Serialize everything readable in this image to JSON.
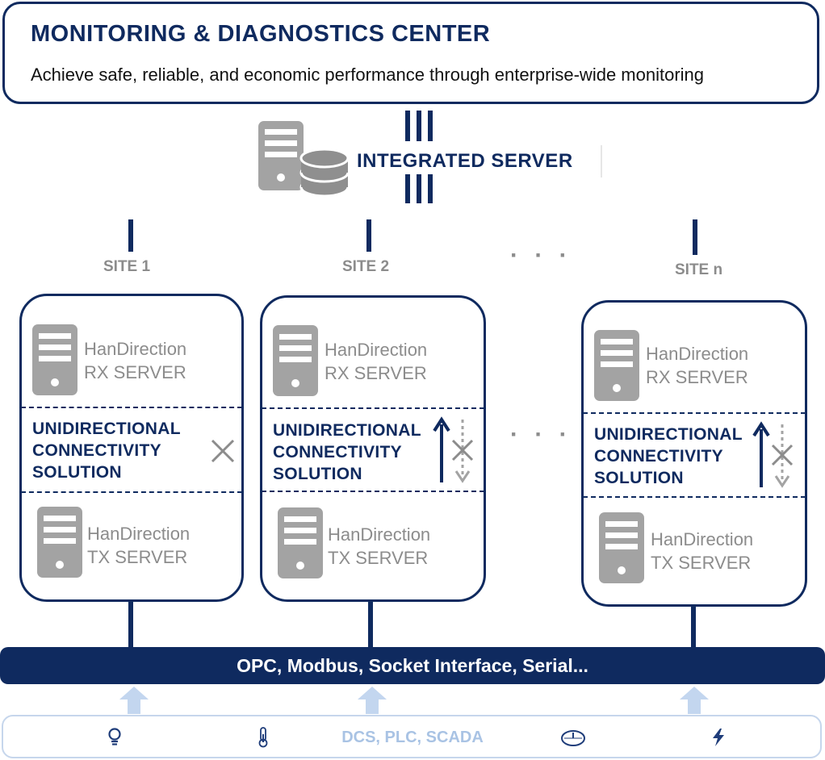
{
  "header": {
    "title": "MONITORING & DIAGNOSTICS CENTER",
    "subtitle": "Achieve safe, reliable, and economic performance through enterprise-wide monitoring"
  },
  "integrated_server": {
    "label": "INTEGRATED SERVER"
  },
  "ellipsis": "· · ·",
  "sites": [
    {
      "label": "SITE 1",
      "rx": {
        "line1": "HanDirection",
        "line2": "RX SERVER"
      },
      "solution": {
        "line1": "UNIDIRECTIONAL",
        "line2": "CONNECTIVITY",
        "line3": "SOLUTION"
      },
      "tx": {
        "line1": "HanDirection",
        "line2": "TX SERVER"
      }
    },
    {
      "label": "SITE 2",
      "rx": {
        "line1": "HanDirection",
        "line2": "RX SERVER"
      },
      "solution": {
        "line1": "UNIDIRECTIONAL",
        "line2": "CONNECTIVITY",
        "line3": "SOLUTION"
      },
      "tx": {
        "line1": "HanDirection",
        "line2": "TX SERVER"
      }
    },
    {
      "label": "SITE n",
      "rx": {
        "line1": "HanDirection",
        "line2": "RX SERVER"
      },
      "solution": {
        "line1": "UNIDIRECTIONAL",
        "line2": "CONNECTIVITY",
        "line3": "SOLUTION"
      },
      "tx": {
        "line1": "HanDirection",
        "line2": "TX SERVER"
      }
    }
  ],
  "bus": {
    "label": "OPC, Modbus, Socket Interface, Serial..."
  },
  "field": {
    "label": "DCS, PLC, SCADA",
    "icons": [
      "bulb-icon",
      "thermometer-icon",
      "gauge-icon",
      "lightning-icon"
    ]
  },
  "colors": {
    "navy": "#0f2a5f",
    "grey": "#8c8c8c",
    "light_blue": "#a9c3e4"
  }
}
